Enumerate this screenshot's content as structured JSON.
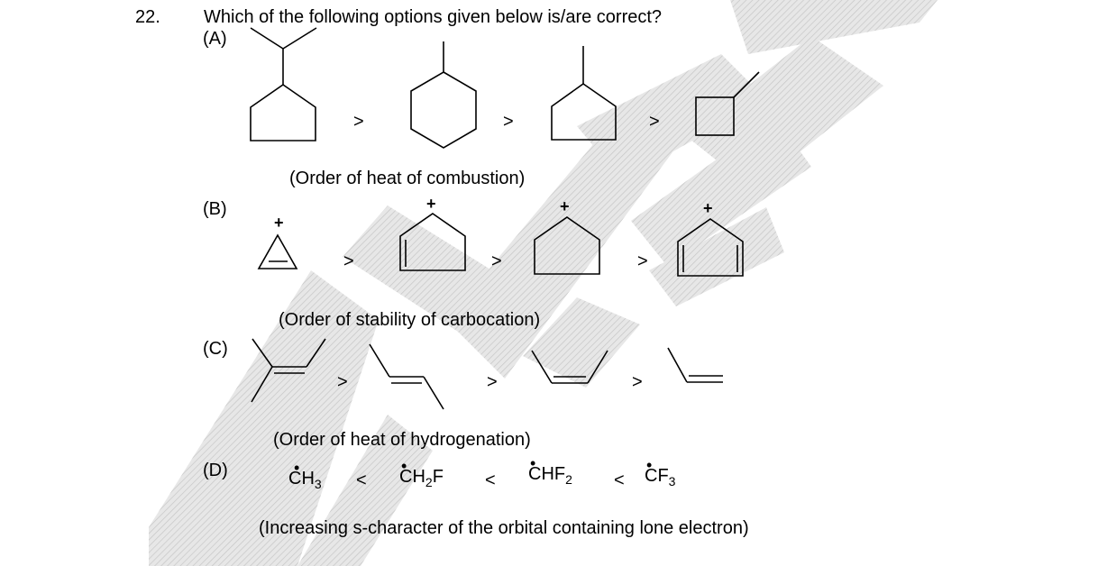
{
  "question": {
    "number": "22.",
    "text": "Which of the following options given below is/are correct?"
  },
  "options": [
    {
      "label": "(A)",
      "caption": "(Order of heat of combustion)",
      "operators": [
        ">",
        ">",
        ">"
      ]
    },
    {
      "label": "(B)",
      "caption": "(Order of stability of carbocation)",
      "operators": [
        ">",
        ">",
        ">"
      ],
      "charge": "+"
    },
    {
      "label": "(C)",
      "caption": "(Order of heat of hydrogenation)",
      "operators": [
        ">",
        ">",
        ">"
      ]
    },
    {
      "label": "(D)",
      "caption": "(Increasing s-character of the orbital containing lone electron)",
      "operators": [
        "<",
        "<",
        "<"
      ],
      "radicals": [
        {
          "base": "CH",
          "sub": "3",
          "tail": ""
        },
        {
          "base": "CH",
          "sub": "2",
          "tail": "F"
        },
        {
          "base": "CHF",
          "sub": "2",
          "tail": ""
        },
        {
          "base": "CF",
          "sub": "3",
          "tail": ""
        }
      ]
    }
  ],
  "watermark_color": "#d9d9d9"
}
